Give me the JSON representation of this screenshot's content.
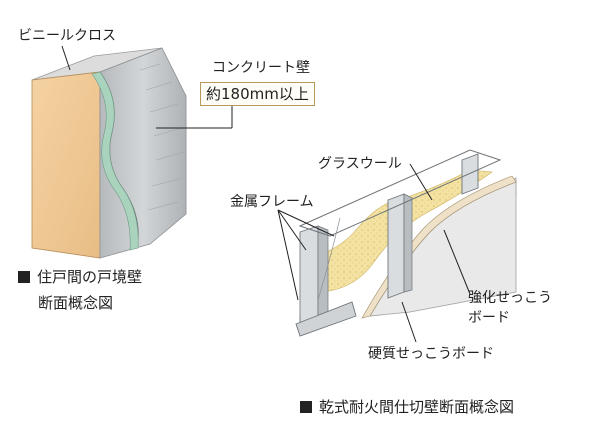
{
  "left_diagram": {
    "label_cross": "ビニールクロス",
    "label_concrete": "コンクリート壁",
    "label_thickness": "約180mm以上",
    "caption_line1": "住戸間の戸境壁",
    "caption_line2": "断面概念図"
  },
  "right_diagram": {
    "label_glasswool": "グラスウール",
    "label_frame": "金属フレーム",
    "label_reinforced_line1": "強化せっこう",
    "label_reinforced_line2": "ボード",
    "label_hard_board": "硬質せっこうボード",
    "caption": "乾式耐火間仕切壁断面概念図"
  },
  "colors": {
    "cross_face": "#efc995",
    "concrete": "#c8cbcd",
    "glass_wool": "#f3e2a2",
    "gypsum_board": "#e9e9e9",
    "frame": "#d9dde0",
    "leader": "#222222"
  }
}
